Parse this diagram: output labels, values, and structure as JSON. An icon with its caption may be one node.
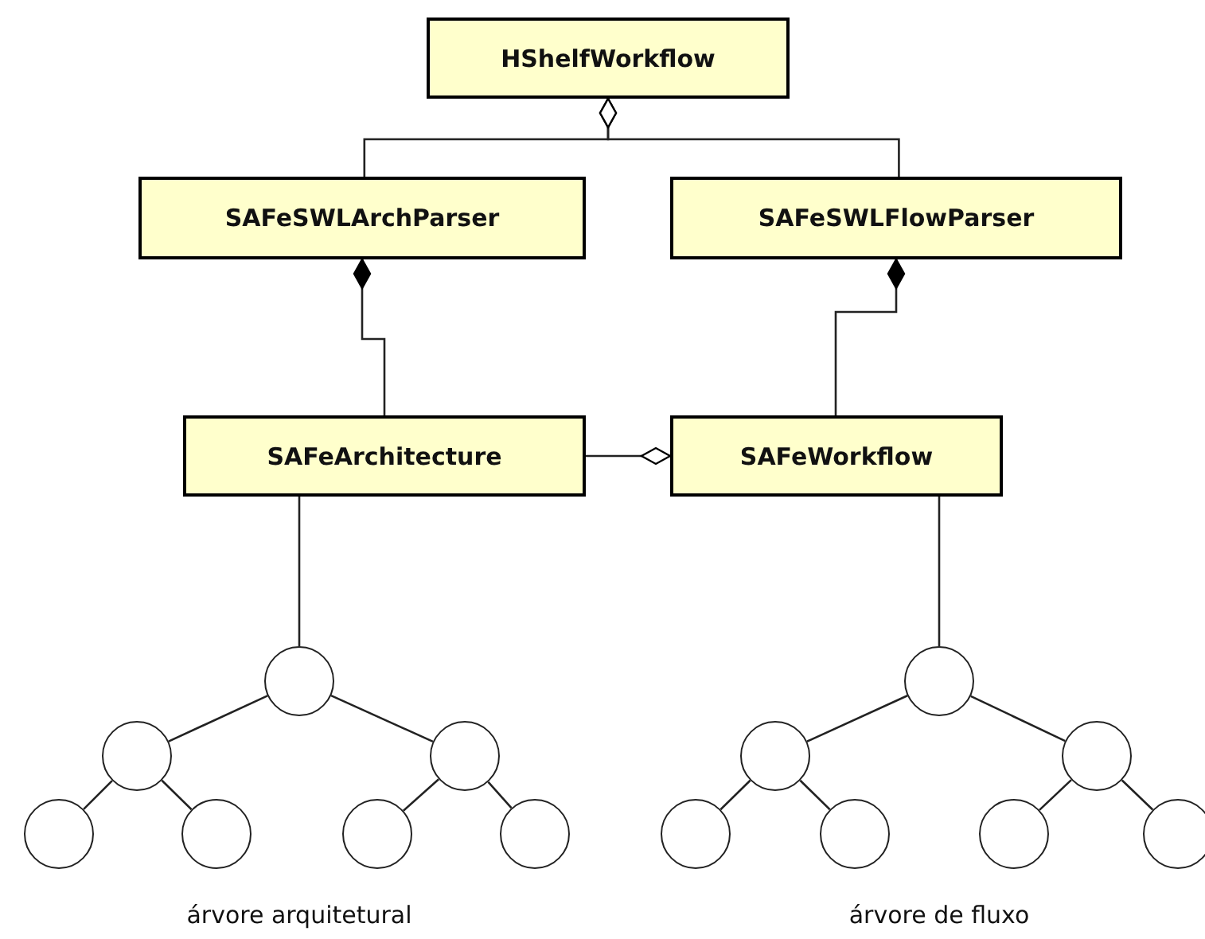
{
  "diagram": {
    "nodes": [
      {
        "text": [
          "HShelfWorkflow"
        ]
      },
      {
        "text": [
          "SAFeSWLArchParser"
        ]
      },
      {
        "text": [
          "SAFeSWLFlowParser"
        ]
      },
      {
        "text": [
          "SAFeArchitecture"
        ]
      },
      {
        "text": [
          "SAFeWorkflow"
        ]
      },
      {
        "text": [],
        "shape": "circle"
      },
      {
        "text": [],
        "shape": "circle"
      },
      {
        "text": [],
        "shape": "circle"
      },
      {
        "text": [],
        "shape": "circle"
      },
      {
        "text": [],
        "shape": "circle"
      },
      {
        "text": [],
        "shape": "circle"
      },
      {
        "text": [],
        "shape": "circle"
      },
      {
        "text": [],
        "shape": "circle"
      },
      {
        "text": [],
        "shape": "circle"
      },
      {
        "text": [],
        "shape": "circle"
      },
      {
        "text": [],
        "shape": "circle"
      },
      {
        "text": [],
        "shape": "circle"
      },
      {
        "text": [],
        "shape": "circle"
      },
      {
        "text": [],
        "shape": "circle"
      }
    ],
    "edges": [
      {
        "from": 0,
        "to": 1,
        "arrow": "other"
      },
      {
        "from": 0,
        "to": 2,
        "arrow": "other"
      },
      {
        "from": 1,
        "to": 3,
        "arrow": "other"
      },
      {
        "from": 2,
        "to": 4,
        "arrow": "other"
      },
      {
        "from": 4,
        "to": 3,
        "arrow": "other"
      },
      {
        "from": 3,
        "to": 5,
        "arrow": "none"
      },
      {
        "from": 5,
        "to": 6,
        "arrow": "none"
      },
      {
        "from": 5,
        "to": 7,
        "arrow": "none"
      },
      {
        "from": 6,
        "to": 8,
        "arrow": "none"
      },
      {
        "from": 6,
        "to": 9,
        "arrow": "none"
      },
      {
        "from": 7,
        "to": 10,
        "arrow": "none"
      },
      {
        "from": 7,
        "to": 11,
        "arrow": "none"
      },
      {
        "from": 4,
        "to": 12,
        "arrow": "none"
      },
      {
        "from": 12,
        "to": 13,
        "arrow": "none"
      },
      {
        "from": 12,
        "to": 14,
        "arrow": "none"
      },
      {
        "from": 13,
        "to": 15,
        "arrow": "none"
      },
      {
        "from": 13,
        "to": 16,
        "arrow": "none"
      },
      {
        "from": 14,
        "to": 17,
        "arrow": "none"
      },
      {
        "from": 14,
        "to": 18,
        "arrow": "none"
      }
    ],
    "labels": [
      "árvore arquitetural",
      "árvore de fluxo"
    ]
  }
}
